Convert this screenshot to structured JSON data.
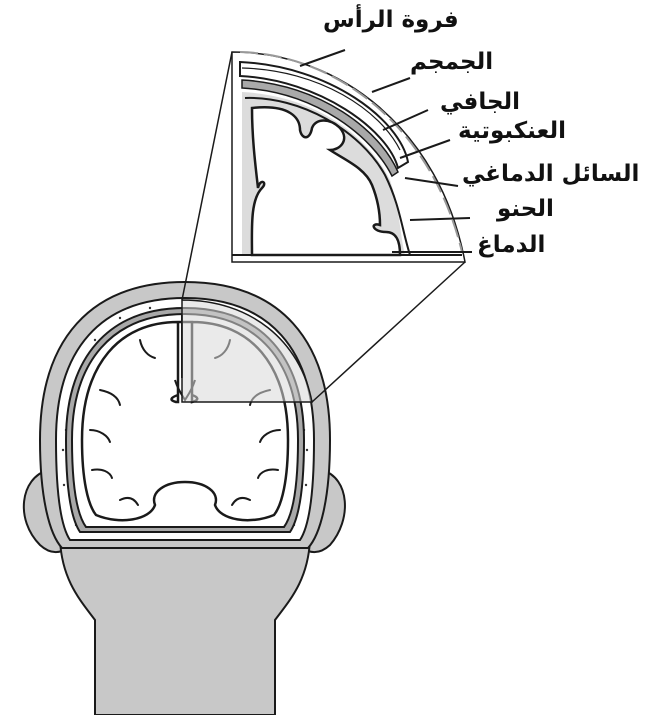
{
  "labels": {
    "scalp": "فروة الرأس",
    "skull": "الجمجم",
    "dura": "الجافي",
    "arachnoid": "العنكبوتية",
    "csf": "السائل الدماغي",
    "pia": "الحنو",
    "brain": "الدماغ"
  },
  "colors": {
    "head_gray": "#c8c8c8",
    "skull_gray": "#a9a9a9",
    "csf_gray": "#dcdcdc",
    "line": "#1a1a1a"
  }
}
